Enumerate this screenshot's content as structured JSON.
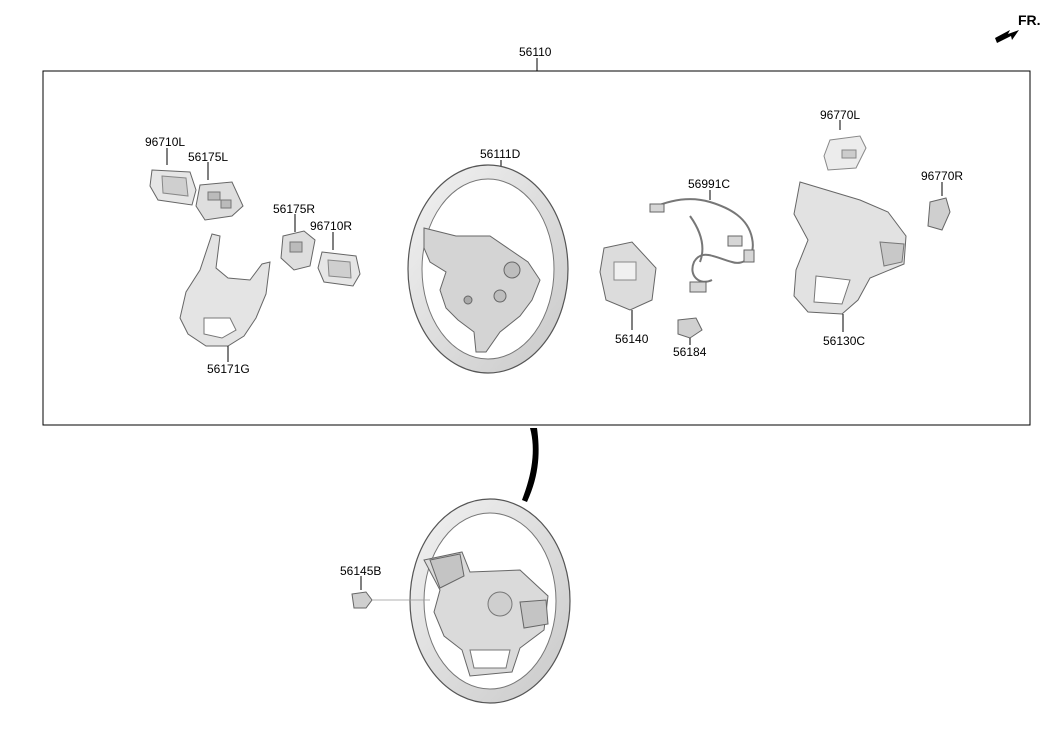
{
  "fr_label": "FR.",
  "assembly_label": "56110",
  "parts": {
    "p96710L": "96710L",
    "p56175L": "56175L",
    "p56175R": "56175R",
    "p96710R": "96710R",
    "p56171G": "56171G",
    "p56111D": "56111D",
    "p56991C": "56991C",
    "p56140": "56140",
    "p56184": "56184",
    "p96770L": "96770L",
    "p96770R": "96770R",
    "p56130C": "56130C",
    "p56145B": "56145B"
  },
  "colors": {
    "part_fill": "#e8e8e8",
    "part_fill_dark": "#bdbdbd",
    "line": "#000000",
    "outline": "#555555"
  }
}
